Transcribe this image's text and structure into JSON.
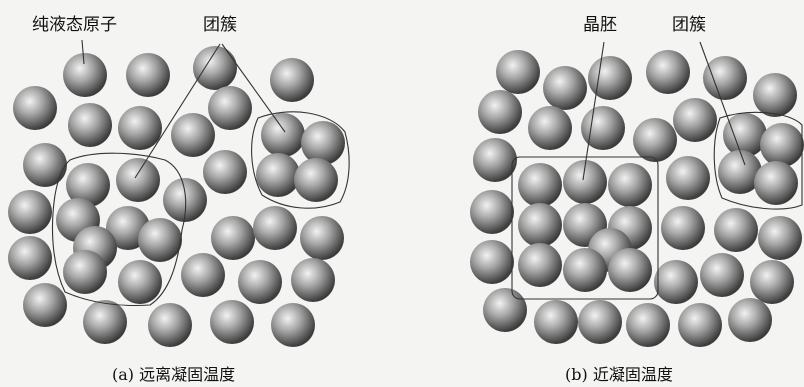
{
  "panels": [
    {
      "id": "a",
      "labels": {
        "pure_liquid_atoms": "纯液态原子",
        "cluster": "团簇"
      },
      "caption": "(a) 远离凝固温度"
    },
    {
      "id": "b",
      "labels": {
        "crystal_embryo": "晶胚",
        "cluster": "团簇"
      },
      "caption": "(b) 近凝固温度"
    }
  ],
  "colors": {
    "atom_light": "#f2f2f2",
    "atom_mid": "#a6a6a6",
    "atom_dark": "#3c3c3c",
    "line": "#333333",
    "background": "#f4f4f2"
  }
}
